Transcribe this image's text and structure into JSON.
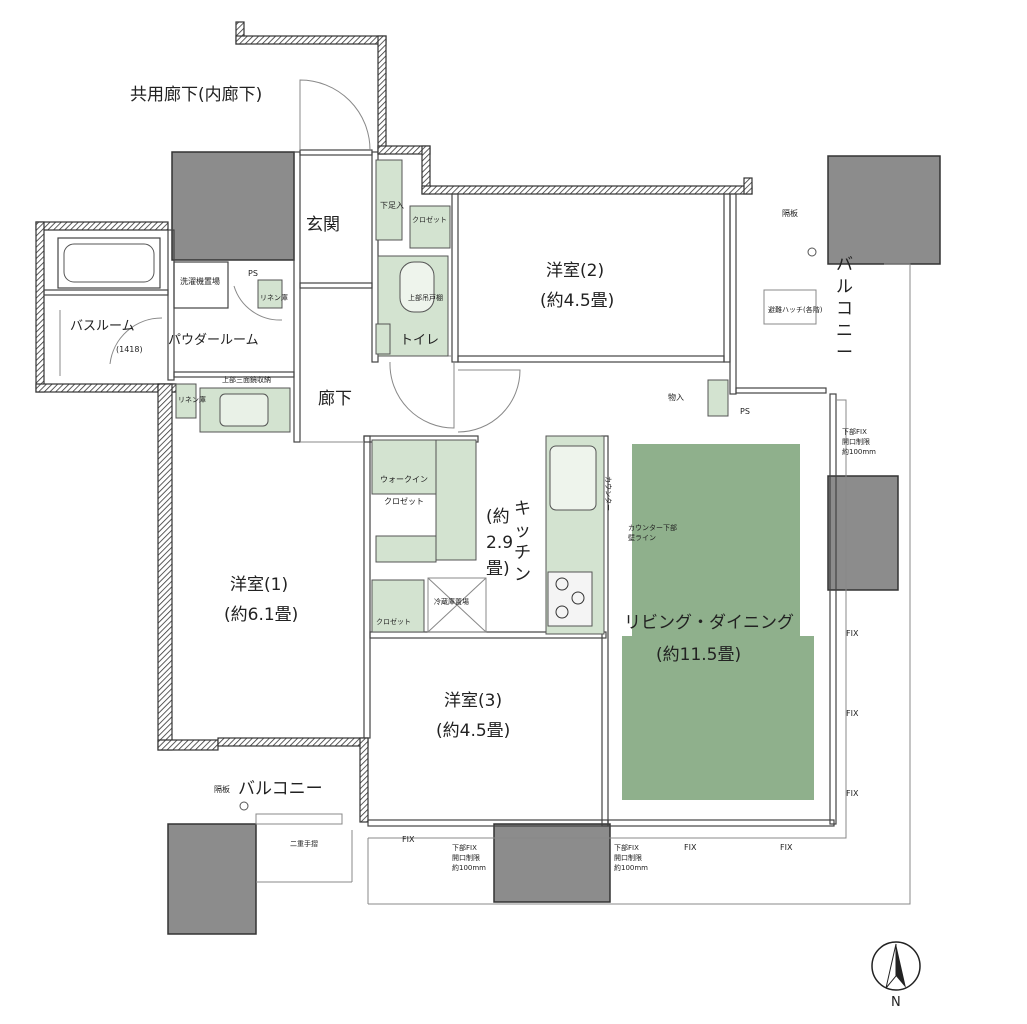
{
  "rooms": {
    "corridor_common": "共用廊下(内廊下)",
    "entrance": "玄関",
    "shoe_box": "下足入",
    "closet_small": "クロゼット",
    "western2_name": "洋室(2)",
    "western2_size": "(約4.5畳)",
    "washer": "洗濯機置場",
    "ps": "PS",
    "linen": "リネン庫",
    "toilet_shelf": "上部吊戸棚",
    "bath_name": "バスルーム",
    "bath_size": "(1418)",
    "powder_name": "パウダールーム",
    "toilet": "トイレ",
    "mirror_storage": "上部三面鏡収納",
    "hallway": "廊下",
    "partition": "隔板",
    "evac_hatch": "避難ハッチ(各階)",
    "balcony_right": "バルコニー",
    "storage": "物入",
    "walkin_1": "ウォークイン",
    "walkin_2": "クロゼット",
    "kitchen_name": "キッチン",
    "kitchen_size_1": "(約",
    "kitchen_size_2": "2.9",
    "kitchen_size_3": "畳)",
    "counter": "カウンター",
    "counter_lower": "カウンター下部",
    "counter_wall": "壁ライン",
    "fix_lower": "下部FIX",
    "fix_limit": "開口制限",
    "fix_100": "約100mm",
    "fix": "FIX",
    "western1_name": "洋室(1)",
    "western1_size": "(約6.1畳)",
    "fridge": "冷蔵庫置場",
    "living_name": "リビング・ダイニング",
    "living_size": "(約11.5畳)",
    "western3_name": "洋室(3)",
    "western3_size": "(約4.5畳)",
    "balcony_left": "バルコニー",
    "double_rail": "二重手摺",
    "north": "N"
  },
  "colors": {
    "wall_hatch": "#333333",
    "column_gray": "#8c8c8c",
    "living_green": "#8fb08c",
    "storage_green": "#d3e3d0"
  }
}
